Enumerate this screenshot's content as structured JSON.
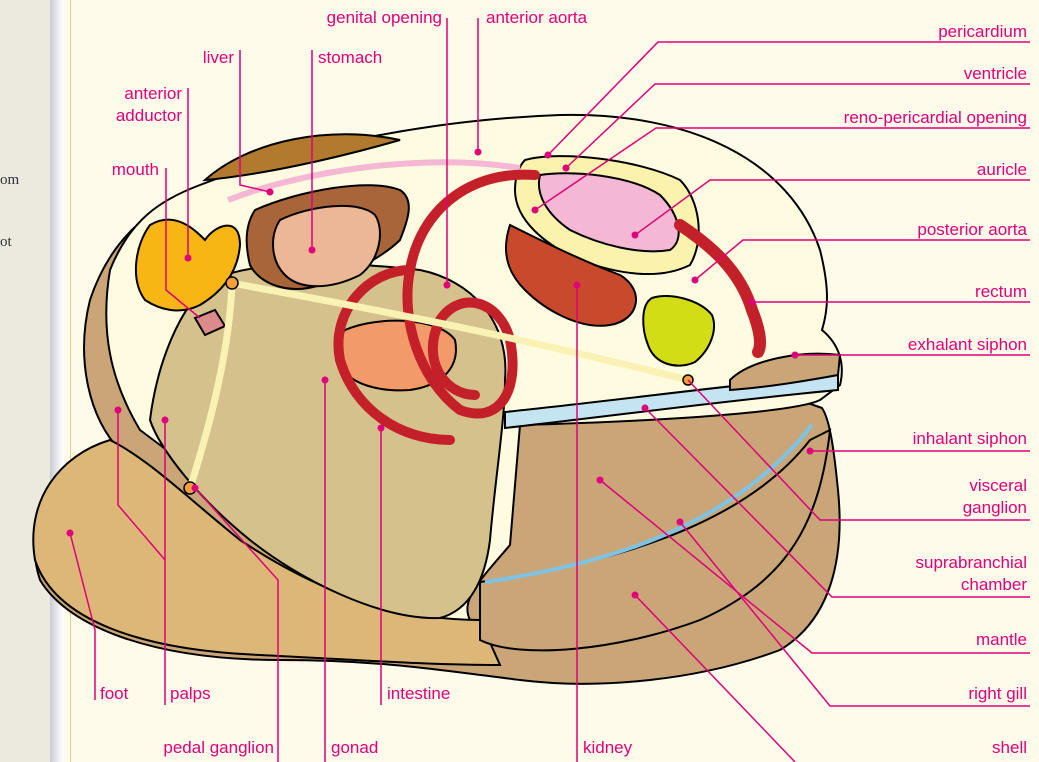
{
  "sidebar": {
    "fragments": [
      "om",
      "ot"
    ]
  },
  "labels": {
    "genital_opening": "genital opening",
    "anterior_aorta": "anterior aorta",
    "liver": "liver",
    "stomach": "stomach",
    "anterior_adductor_1": "anterior",
    "anterior_adductor_2": "adductor",
    "mouth": "mouth",
    "pericardium": "pericardium",
    "ventricle": "ventricle",
    "reno_pericardial_opening": "reno-pericardial opening",
    "auricle": "auricle",
    "posterior_aorta": "posterior aorta",
    "rectum": "rectum",
    "exhalant_siphon": "exhalant siphon",
    "inhalant_siphon": "inhalant siphon",
    "visceral_ganglion_1": "visceral",
    "visceral_ganglion_2": "ganglion",
    "suprabranchial_chamber_1": "suprabranchial",
    "suprabranchial_chamber_2": "chamber",
    "mantle": "mantle",
    "right_gill": "right gill",
    "shell": "shell",
    "foot": "foot",
    "palps": "palps",
    "intestine": "intestine",
    "pedal_ganglion": "pedal ganglion",
    "gonad": "gonad",
    "kidney": "kidney"
  },
  "colors": {
    "label": "#e0007a",
    "shell": "#c9a577",
    "foot": "#dcb777",
    "visceral_mass": "#d4c18c",
    "mantle_cavity": "#fffbe0",
    "liver": "#a9653a",
    "stomach": "#ebb796",
    "adductor": "#f8b614",
    "aorta": "#c4202a",
    "kidney": "#c8492c",
    "pericardium": "#fbf2ad",
    "auricle": "#f5b8d4",
    "gill": "#c5e4f2",
    "nerve": "#f9f2b4",
    "exhalant": "#d3dd16"
  }
}
